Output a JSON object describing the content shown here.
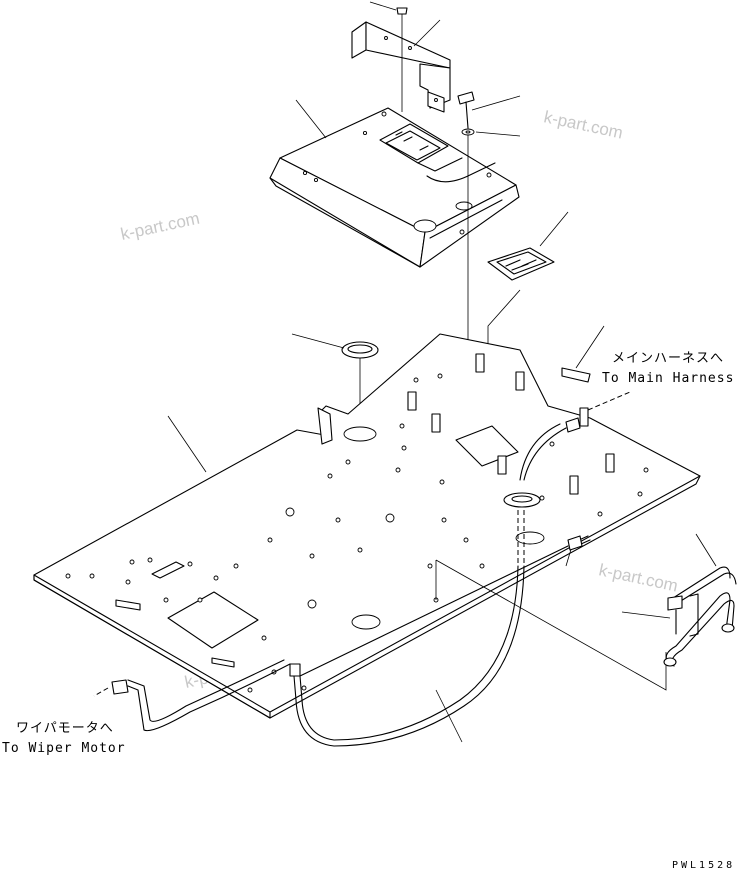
{
  "watermark": "k-part.com",
  "labels": {
    "main_harness_jp": "メインハーネスへ",
    "main_harness_en": "To Main Harness",
    "wiper_motor_jp": "ワイパモータへ",
    "wiper_motor_en": "To Wiper Motor"
  },
  "drawing_code": "PWL1528"
}
